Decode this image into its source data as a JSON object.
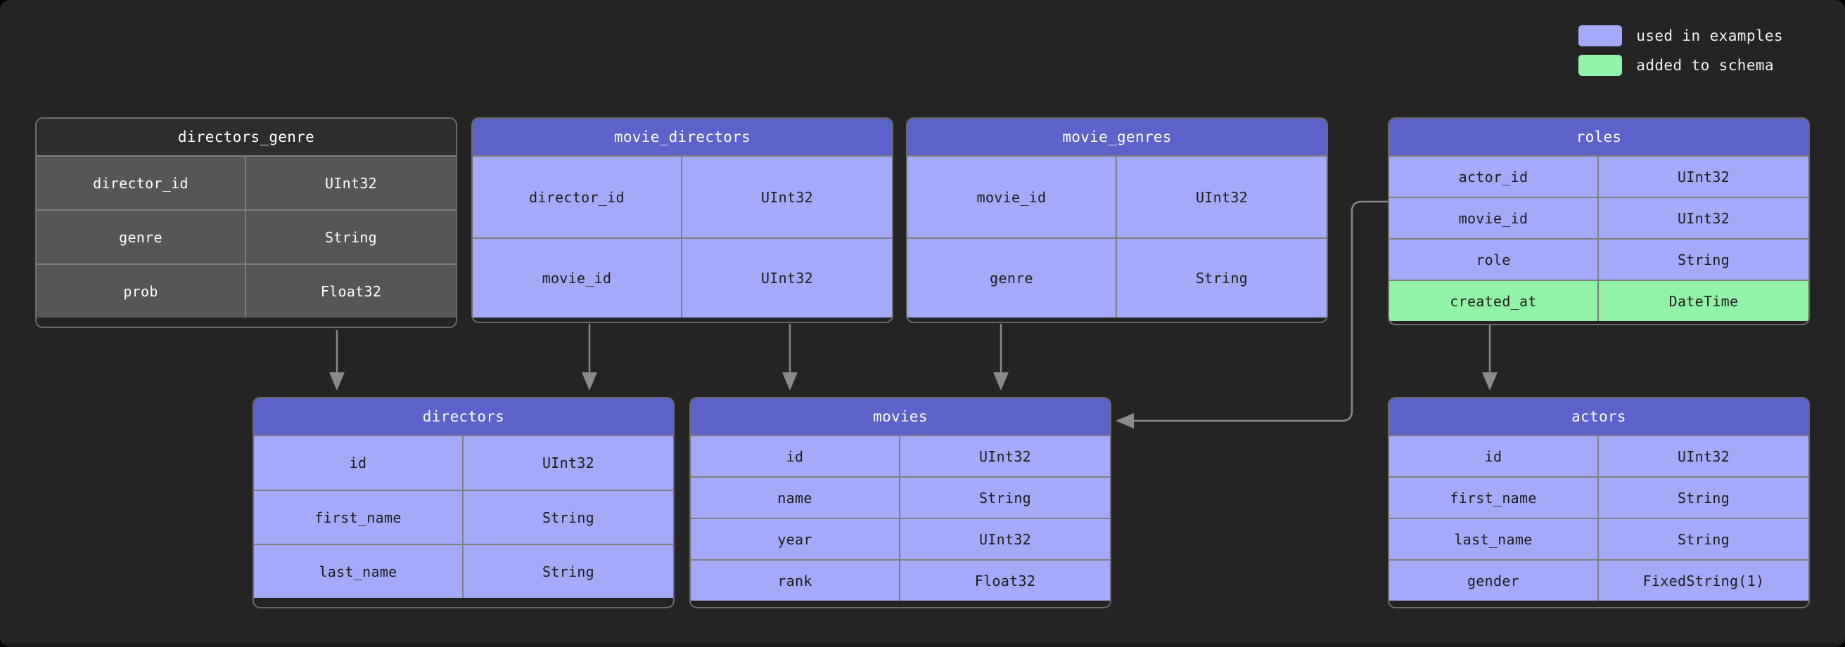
{
  "legend": {
    "items": [
      {
        "label": "used in examples",
        "color": "#a3aaf9"
      },
      {
        "label": "added to schema",
        "color": "#92f2a8"
      }
    ]
  },
  "colors": {
    "background": "#242424",
    "header_blue": "#5b62c9",
    "row_blue": "#a3aaf9",
    "row_green": "#92f2a8",
    "header_dark": "#2d2d2d",
    "row_dark": "#565656",
    "border": "#7e7e7e",
    "connector": "#8a8a8a"
  },
  "tables": [
    {
      "id": "directors_genre",
      "name": "directors_genre",
      "style": "dark",
      "columns": [
        {
          "name": "director_id",
          "type": "UInt32",
          "added": false
        },
        {
          "name": "genre",
          "type": "String",
          "added": false
        },
        {
          "name": "prob",
          "type": "Float32",
          "added": false
        }
      ]
    },
    {
      "id": "movie_directors",
      "name": "movie_directors",
      "style": "blue",
      "columns": [
        {
          "name": "director_id",
          "type": "UInt32",
          "added": false
        },
        {
          "name": "movie_id",
          "type": "UInt32",
          "added": false
        }
      ]
    },
    {
      "id": "movie_genres",
      "name": "movie_genres",
      "style": "blue",
      "columns": [
        {
          "name": "movie_id",
          "type": "UInt32",
          "added": false
        },
        {
          "name": "genre",
          "type": "String",
          "added": false
        }
      ]
    },
    {
      "id": "roles",
      "name": "roles",
      "style": "blue",
      "columns": [
        {
          "name": "actor_id",
          "type": "UInt32",
          "added": false
        },
        {
          "name": "movie_id",
          "type": "UInt32",
          "added": false
        },
        {
          "name": "role",
          "type": "String",
          "added": false
        },
        {
          "name": "created_at",
          "type": "DateTime",
          "added": true
        }
      ]
    },
    {
      "id": "directors",
      "name": "directors",
      "style": "blue",
      "columns": [
        {
          "name": "id",
          "type": "UInt32",
          "added": false
        },
        {
          "name": "first_name",
          "type": "String",
          "added": false
        },
        {
          "name": "last_name",
          "type": "String",
          "added": false
        }
      ]
    },
    {
      "id": "movies",
      "name": "movies",
      "style": "blue",
      "columns": [
        {
          "name": "id",
          "type": "UInt32",
          "added": false
        },
        {
          "name": "name",
          "type": "String",
          "added": false
        },
        {
          "name": "year",
          "type": "UInt32",
          "added": false
        },
        {
          "name": "rank",
          "type": "Float32",
          "added": false
        }
      ]
    },
    {
      "id": "actors",
      "name": "actors",
      "style": "blue",
      "columns": [
        {
          "name": "id",
          "type": "UInt32",
          "added": false
        },
        {
          "name": "first_name",
          "type": "String",
          "added": false
        },
        {
          "name": "last_name",
          "type": "String",
          "added": false
        },
        {
          "name": "gender",
          "type": "FixedString(1)",
          "added": false
        }
      ]
    }
  ],
  "relationships": [
    {
      "from": "directors_genre",
      "to": "directors"
    },
    {
      "from": "movie_directors",
      "to": "directors"
    },
    {
      "from": "movie_directors",
      "to": "movies"
    },
    {
      "from": "movie_genres",
      "to": "movies"
    },
    {
      "from": "roles",
      "to": "movies"
    },
    {
      "from": "roles",
      "to": "actors"
    }
  ]
}
